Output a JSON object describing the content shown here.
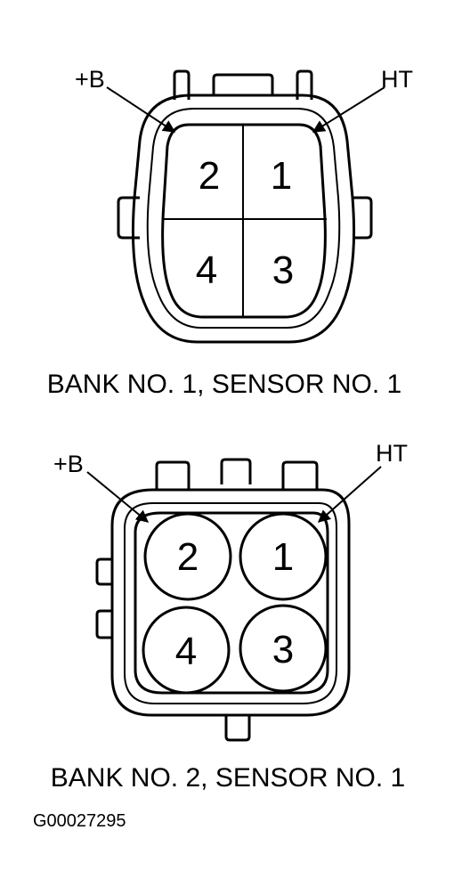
{
  "connectors": [
    {
      "caption": "BANK NO. 1, SENSOR NO. 1",
      "left_label": "+B",
      "right_label": "HT",
      "pins": [
        "2",
        "1",
        "4",
        "3"
      ]
    },
    {
      "caption": "BANK NO. 2, SENSOR NO. 1",
      "left_label": "+B",
      "right_label": "HT",
      "pins": [
        "2",
        "1",
        "4",
        "3"
      ]
    }
  ],
  "figure_code": "G00027295"
}
